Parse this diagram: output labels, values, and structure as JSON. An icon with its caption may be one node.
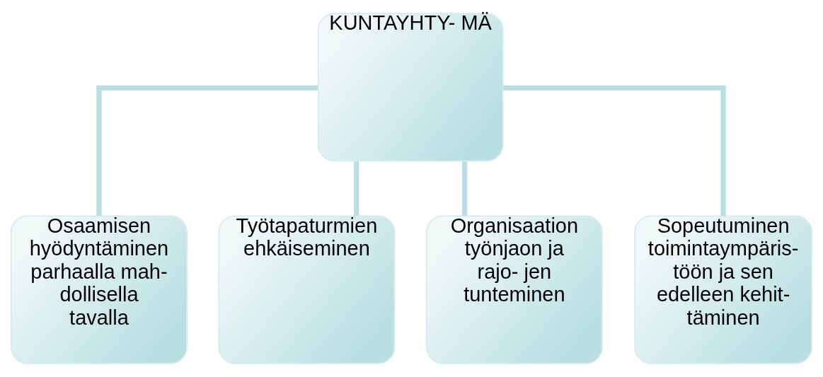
{
  "diagram": {
    "nodes": [
      {
        "text": [
          "KUNTAYHTY- MÄ"
        ]
      },
      {
        "text": [
          "Osaamisen hyödyntäminen parhaalla mah- dollisella tavalla"
        ]
      },
      {
        "text": [
          "Työtapaturmien ehkäiseminen"
        ]
      },
      {
        "text": [
          "Organisaation työnjaon ja rajo- jen tunteminen"
        ]
      },
      {
        "text": [
          "Sopeutuminen toimintaympäris- töön ja sen edelleen kehit- täminen"
        ]
      }
    ],
    "edges": [
      {
        "from": 0,
        "to": 1,
        "arrow": "none"
      },
      {
        "from": 0,
        "to": 2,
        "arrow": "none"
      },
      {
        "from": 0,
        "to": 3,
        "arrow": "none"
      },
      {
        "from": 0,
        "to": 4,
        "arrow": "none"
      }
    ]
  }
}
